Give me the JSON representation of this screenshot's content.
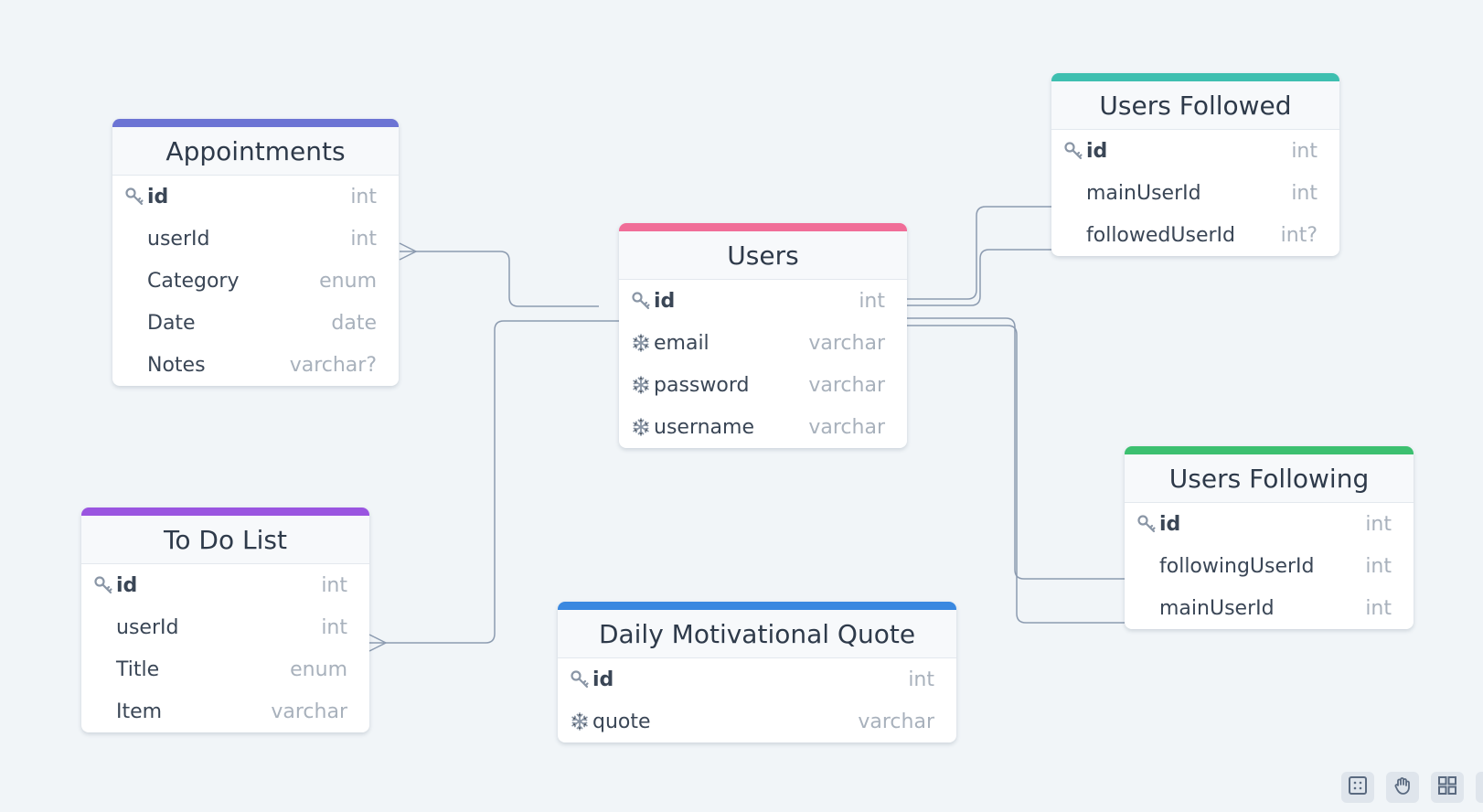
{
  "colors": {
    "appointments": "#6c74d4",
    "todo": "#9a55e0",
    "users": "#f06d98",
    "users_followed": "#3ebfb0",
    "users_following": "#3cc070",
    "quote": "#3a88e0",
    "link": "#8c9bb0"
  },
  "tables": {
    "appointments": {
      "title": "Appointments",
      "fields": [
        {
          "name": "id",
          "type": "int",
          "icon": "key-icon"
        },
        {
          "name": "userId",
          "type": "int",
          "icon": ""
        },
        {
          "name": "Category",
          "type": "enum",
          "icon": ""
        },
        {
          "name": "Date",
          "type": "date",
          "icon": ""
        },
        {
          "name": "Notes",
          "type": "varchar?",
          "icon": ""
        }
      ]
    },
    "todo": {
      "title": "To Do List",
      "fields": [
        {
          "name": "id",
          "type": "int",
          "icon": "key-icon"
        },
        {
          "name": "userId",
          "type": "int",
          "icon": ""
        },
        {
          "name": "Title",
          "type": "enum",
          "icon": ""
        },
        {
          "name": "Item",
          "type": "varchar",
          "icon": ""
        }
      ]
    },
    "users": {
      "title": "Users",
      "fields": [
        {
          "name": "id",
          "type": "int",
          "icon": "key-icon"
        },
        {
          "name": "email",
          "type": "varchar",
          "icon": "snowflake-icon"
        },
        {
          "name": "password",
          "type": "varchar",
          "icon": "snowflake-icon"
        },
        {
          "name": "username",
          "type": "varchar",
          "icon": "snowflake-icon"
        }
      ]
    },
    "users_followed": {
      "title": "Users Followed",
      "fields": [
        {
          "name": "id",
          "type": "int",
          "icon": "key-icon"
        },
        {
          "name": "mainUserId",
          "type": "int",
          "icon": ""
        },
        {
          "name": "followedUserId",
          "type": "int?",
          "icon": ""
        }
      ]
    },
    "users_following": {
      "title": "Users Following",
      "fields": [
        {
          "name": "id",
          "type": "int",
          "icon": "key-icon"
        },
        {
          "name": "followingUserId",
          "type": "int",
          "icon": ""
        },
        {
          "name": "mainUserId",
          "type": "int",
          "icon": ""
        }
      ]
    },
    "quote": {
      "title": "Daily Motivational Quote",
      "fields": [
        {
          "name": "id",
          "type": "int",
          "icon": "key-icon"
        },
        {
          "name": "quote",
          "type": "varchar",
          "icon": "snowflake-icon"
        }
      ]
    }
  },
  "toolbar": [
    "select-area-icon",
    "hand-icon",
    "grid-icon",
    "more-icon"
  ]
}
